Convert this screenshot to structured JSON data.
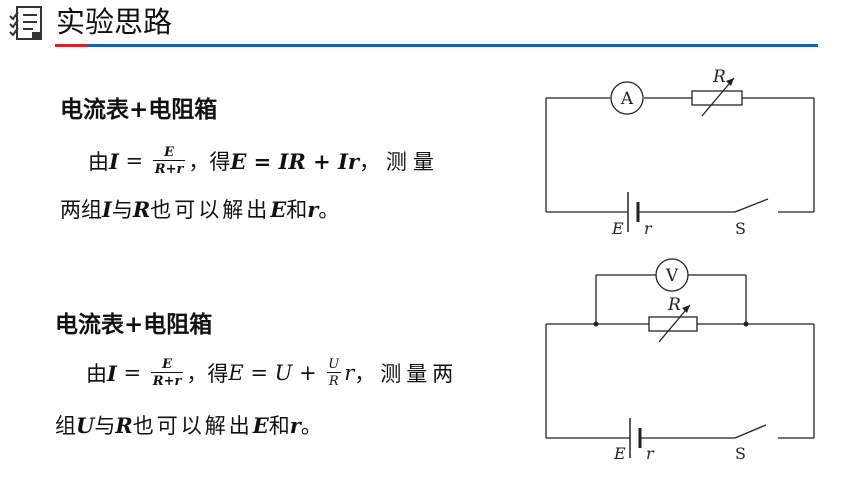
{
  "header": {
    "title": "实验思路",
    "icon": "checklist-icon",
    "colors": {
      "rule": "#1f5fa8",
      "accent": "#d9261c"
    }
  },
  "section1": {
    "heading": "电流表+电阻箱",
    "line1": {
      "pre": "由",
      "lhs": "I",
      "eq": " = ",
      "frac_num": "E",
      "frac_den": "R+r",
      "mid": "，得",
      "eq2": "E = IR + Ir",
      "tail": "，测量"
    },
    "line2": {
      "a": "两组",
      "v1": "I",
      "b": "与",
      "v2": "R",
      "c": "也可以解出",
      "v3": "E",
      "d": "和",
      "v4": "r",
      "e": "。"
    }
  },
  "section2": {
    "heading": "电流表+电阻箱",
    "line1": {
      "pre": "由",
      "lhs": "I",
      "eq": " = ",
      "frac_num": "E",
      "frac_den": "R+r",
      "mid": "，得",
      "eq2a": "E = U + ",
      "frac2_num": "U",
      "frac2_den": "R",
      "eq2b": "r",
      "tail": "，测量两"
    },
    "line2": {
      "a": "组",
      "v1": "U",
      "b": "与",
      "v2": "R",
      "c": "也可以解出",
      "v3": "E",
      "d": "和",
      "v4": "r",
      "e": "。"
    }
  },
  "circuit1": {
    "ammeter": "A",
    "resistor": "R",
    "emf": "E",
    "internal": "r",
    "switch": "S"
  },
  "circuit2": {
    "voltmeter": "V",
    "resistor": "R",
    "emf": "E",
    "internal": "r",
    "switch": "S"
  }
}
